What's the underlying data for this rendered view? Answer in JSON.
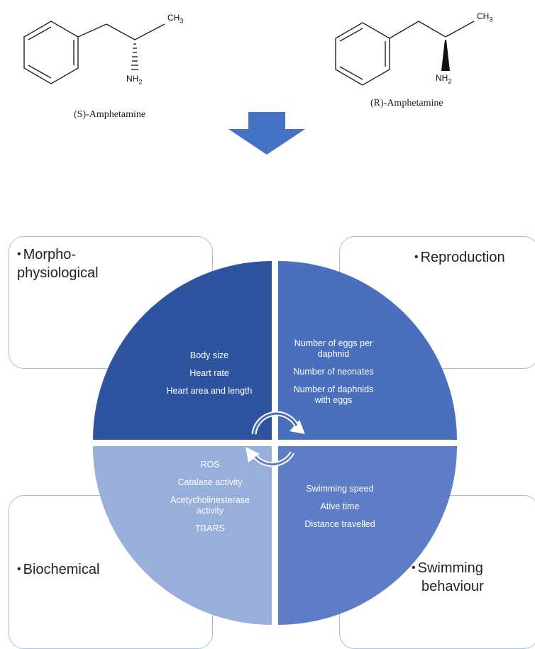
{
  "molecules": {
    "s_label": "(S)-Amphetamine",
    "r_label": "(R)-Amphetamine",
    "methyl": "CH",
    "methyl_sub": "3",
    "amine": "NH",
    "amine_sub": "2"
  },
  "categories": {
    "morpho": {
      "title_line1": "Morpho-",
      "title_line2": "physiological"
    },
    "reproduction": {
      "title": "Reproduction"
    },
    "biochemical": {
      "title": "Biochemical"
    },
    "swimming": {
      "title_line1": "Swimming",
      "title_line2": "behaviour"
    }
  },
  "quadrants": {
    "morpho": {
      "items": [
        "Body size",
        "Heart rate",
        "Heart area and length"
      ],
      "color": "#2e54a0"
    },
    "reproduction": {
      "items": [
        "Number of eggs per",
        "daphnid",
        "Number of neonates",
        "Number of daphnids",
        "with eggs"
      ],
      "color": "#4a6fbd"
    },
    "biochemical": {
      "items": [
        "ROS",
        "Catalase activity",
        "Acetycholinesterase",
        "activity",
        "TBARS"
      ],
      "color": "#98aedb"
    },
    "swimming": {
      "items": [
        "Swimming speed",
        "Ative time",
        "Distance travelled"
      ],
      "color": "#5d7ec6"
    }
  },
  "bullet": "•"
}
